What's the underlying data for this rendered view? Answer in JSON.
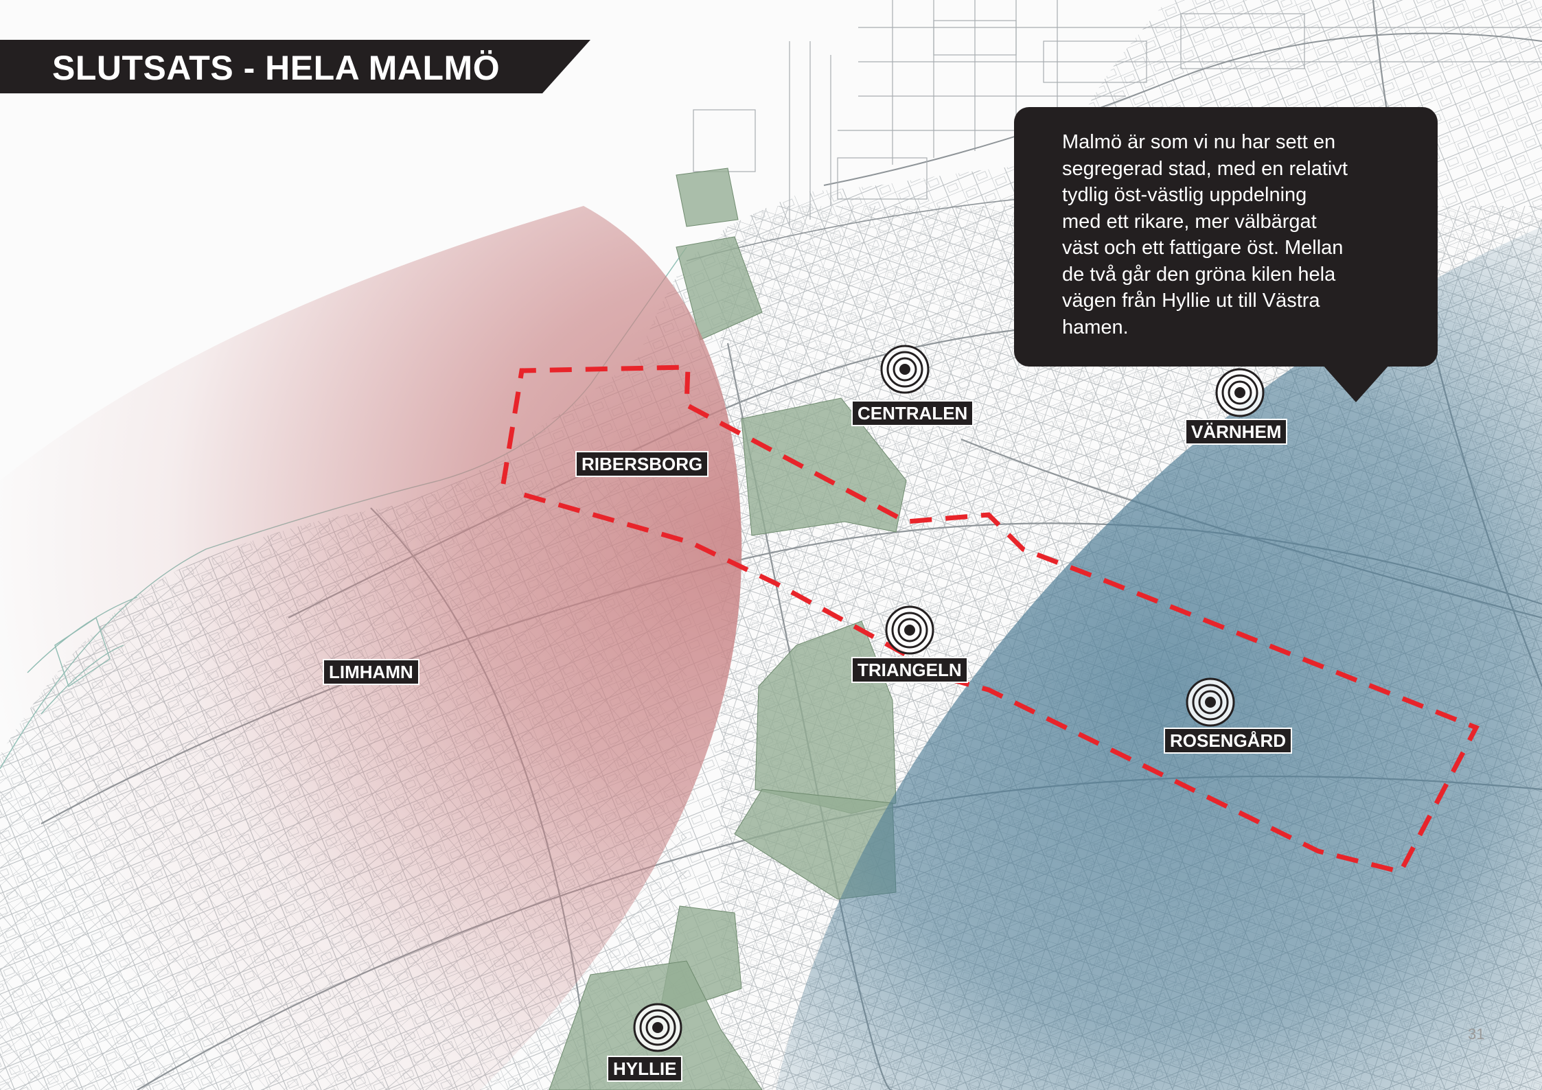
{
  "title": "SLUTSATS - HELA MALMÖ",
  "callout": {
    "text": "Malmö är som vi nu har sett en\nsegregerad stad, med en relativt\ntydlig öst-västlig uppdelning\nmed ett rikare, mer välbärgat\nväst och ett fattigare öst. Mellan\nde två går den gröna kilen hela\nvägen från Hyllie ut till Västra\nhamen."
  },
  "places": [
    {
      "id": "centralen",
      "label": "CENTRALEN"
    },
    {
      "id": "varnhem",
      "label": "VÄRNHEM"
    },
    {
      "id": "ribersborg",
      "label": "RIBERSBORG"
    },
    {
      "id": "triangeln",
      "label": "TRIANGELN"
    },
    {
      "id": "limhamn",
      "label": "LIMHAMN"
    },
    {
      "id": "rosengard",
      "label": "ROSENGÅRD"
    },
    {
      "id": "hyllie",
      "label": "HYLLIE"
    }
  ],
  "stations": [
    {
      "id": "centralen"
    },
    {
      "id": "varnhem"
    },
    {
      "id": "triangeln"
    },
    {
      "id": "rosengard"
    },
    {
      "id": "hyllie"
    }
  ],
  "page_number": "31",
  "colors": {
    "west_zone": "#c98486",
    "east_zone": "#4f7d96",
    "green_wedge": "#93ad93",
    "study_area_outline": "#e8242a",
    "label_background": "#231f20",
    "callout_background": "#231f20",
    "map_lines": "#9aa0a4"
  },
  "legend_semantics": {
    "west_zone": "rikare väst",
    "east_zone": "fattigare öst",
    "green_wedge": "grön kil"
  }
}
